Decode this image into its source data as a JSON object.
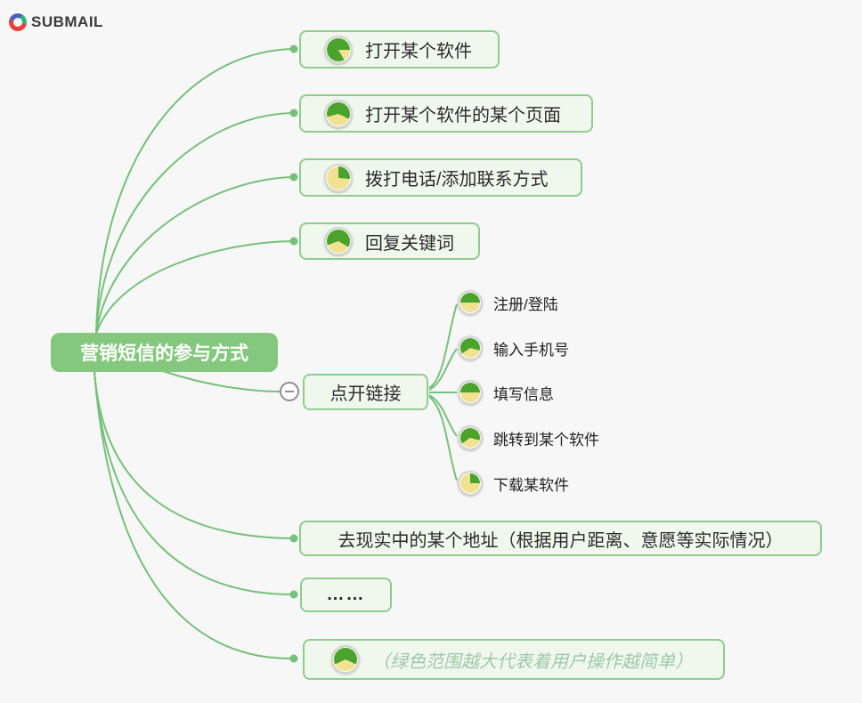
{
  "logo": {
    "text": "SUBMAIL"
  },
  "root": {
    "label": "营销短信的参与方式"
  },
  "colors": {
    "pie_green": "#4aa32a",
    "pie_yellow": "#f1e292",
    "branch_line": "#76c17a",
    "box_border": "#8fcd8f",
    "central_fill": "#84c87d",
    "note_text": "#9fc9a9"
  },
  "branches": [
    {
      "label": "打开某个软件",
      "pie": {
        "yellow_start": 90,
        "yellow_end": 150
      }
    },
    {
      "label": "打开某个软件的某个页面",
      "pie": {
        "yellow_start": 115,
        "yellow_end": 255
      }
    },
    {
      "label": "拨打电话/添加联系方式",
      "pie": {
        "yellow_start": 95,
        "yellow_end": 360
      }
    },
    {
      "label": "回复关键词",
      "pie": {
        "yellow_start": 120,
        "yellow_end": 250
      }
    },
    {
      "label": "点开链接",
      "collapsed": false,
      "children": [
        {
          "label": "注册/登陆",
          "pie": {
            "yellow_start": 90,
            "yellow_end": 270
          }
        },
        {
          "label": "输入手机号",
          "pie": {
            "yellow_start": 105,
            "yellow_end": 235
          }
        },
        {
          "label": "填写信息",
          "pie": {
            "yellow_start": 90,
            "yellow_end": 270
          }
        },
        {
          "label": "跳转到某个软件",
          "pie": {
            "yellow_start": 105,
            "yellow_end": 235
          }
        },
        {
          "label": "下载某软件",
          "pie": {
            "yellow_start": 90,
            "yellow_end": 360
          }
        }
      ]
    },
    {
      "label": "去现实中的某个地址（根据用户距离、意愿等实际情况）"
    },
    {
      "label": "……"
    },
    {
      "label": "（绿色范围越大代表着用户操作越简单）",
      "pie": {
        "yellow_start": 115,
        "yellow_end": 245
      }
    }
  ]
}
